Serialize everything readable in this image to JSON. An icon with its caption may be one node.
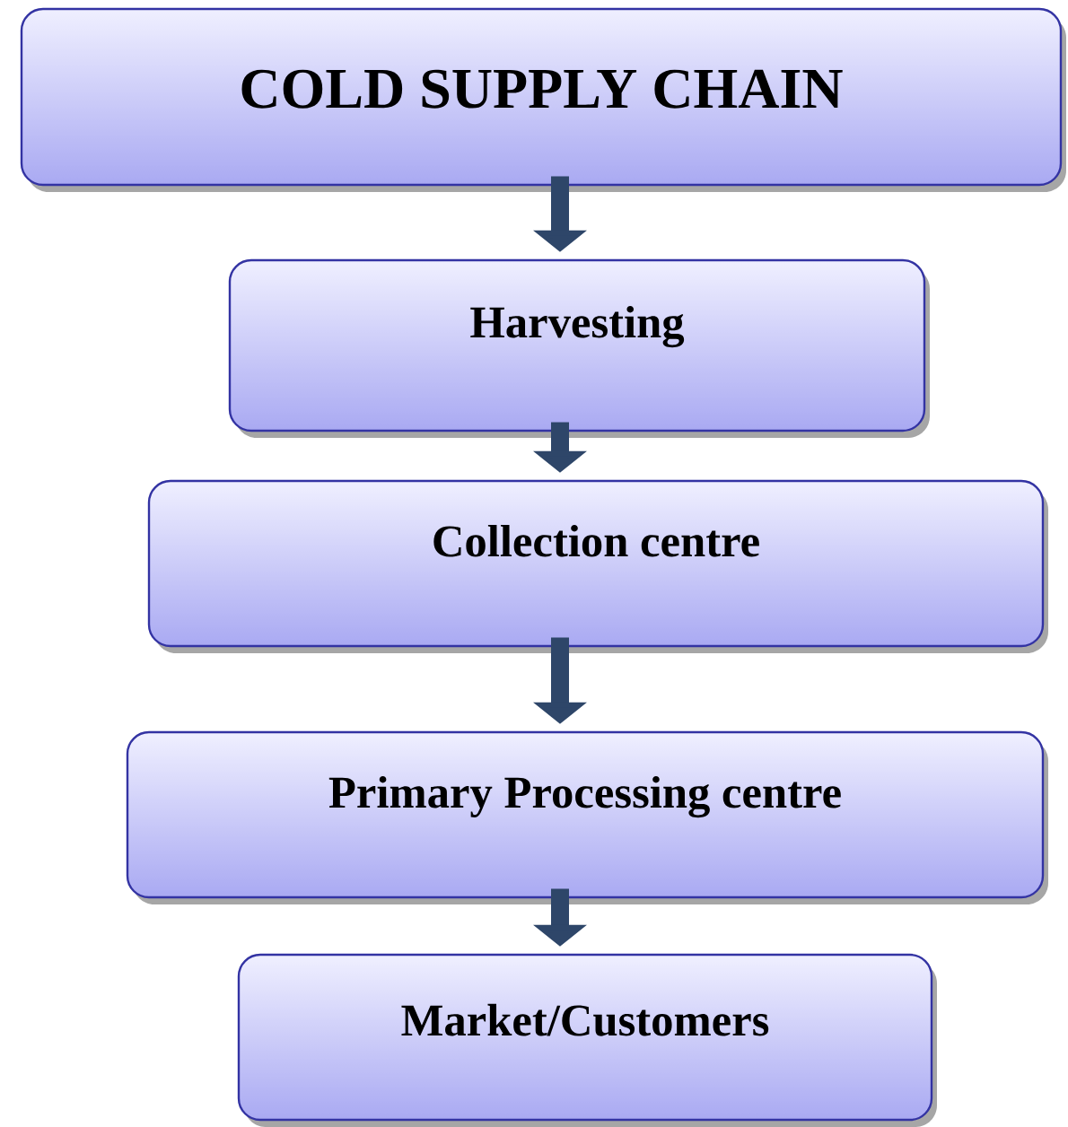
{
  "diagram": {
    "nodes": [
      {
        "text": [
          "COLD SUPPLY CHAIN"
        ]
      },
      {
        "text": [
          "Harvesting"
        ]
      },
      {
        "text": [
          "Collection centre"
        ]
      },
      {
        "text": [
          "Primary Processing centre"
        ]
      },
      {
        "text": [
          "Market/Customers"
        ]
      }
    ],
    "edges": [
      {
        "from": 0,
        "to": 1,
        "arrow": "to"
      },
      {
        "from": 1,
        "to": 2,
        "arrow": "to"
      },
      {
        "from": 2,
        "to": 3,
        "arrow": "to"
      },
      {
        "from": 3,
        "to": 4,
        "arrow": "to"
      }
    ]
  }
}
